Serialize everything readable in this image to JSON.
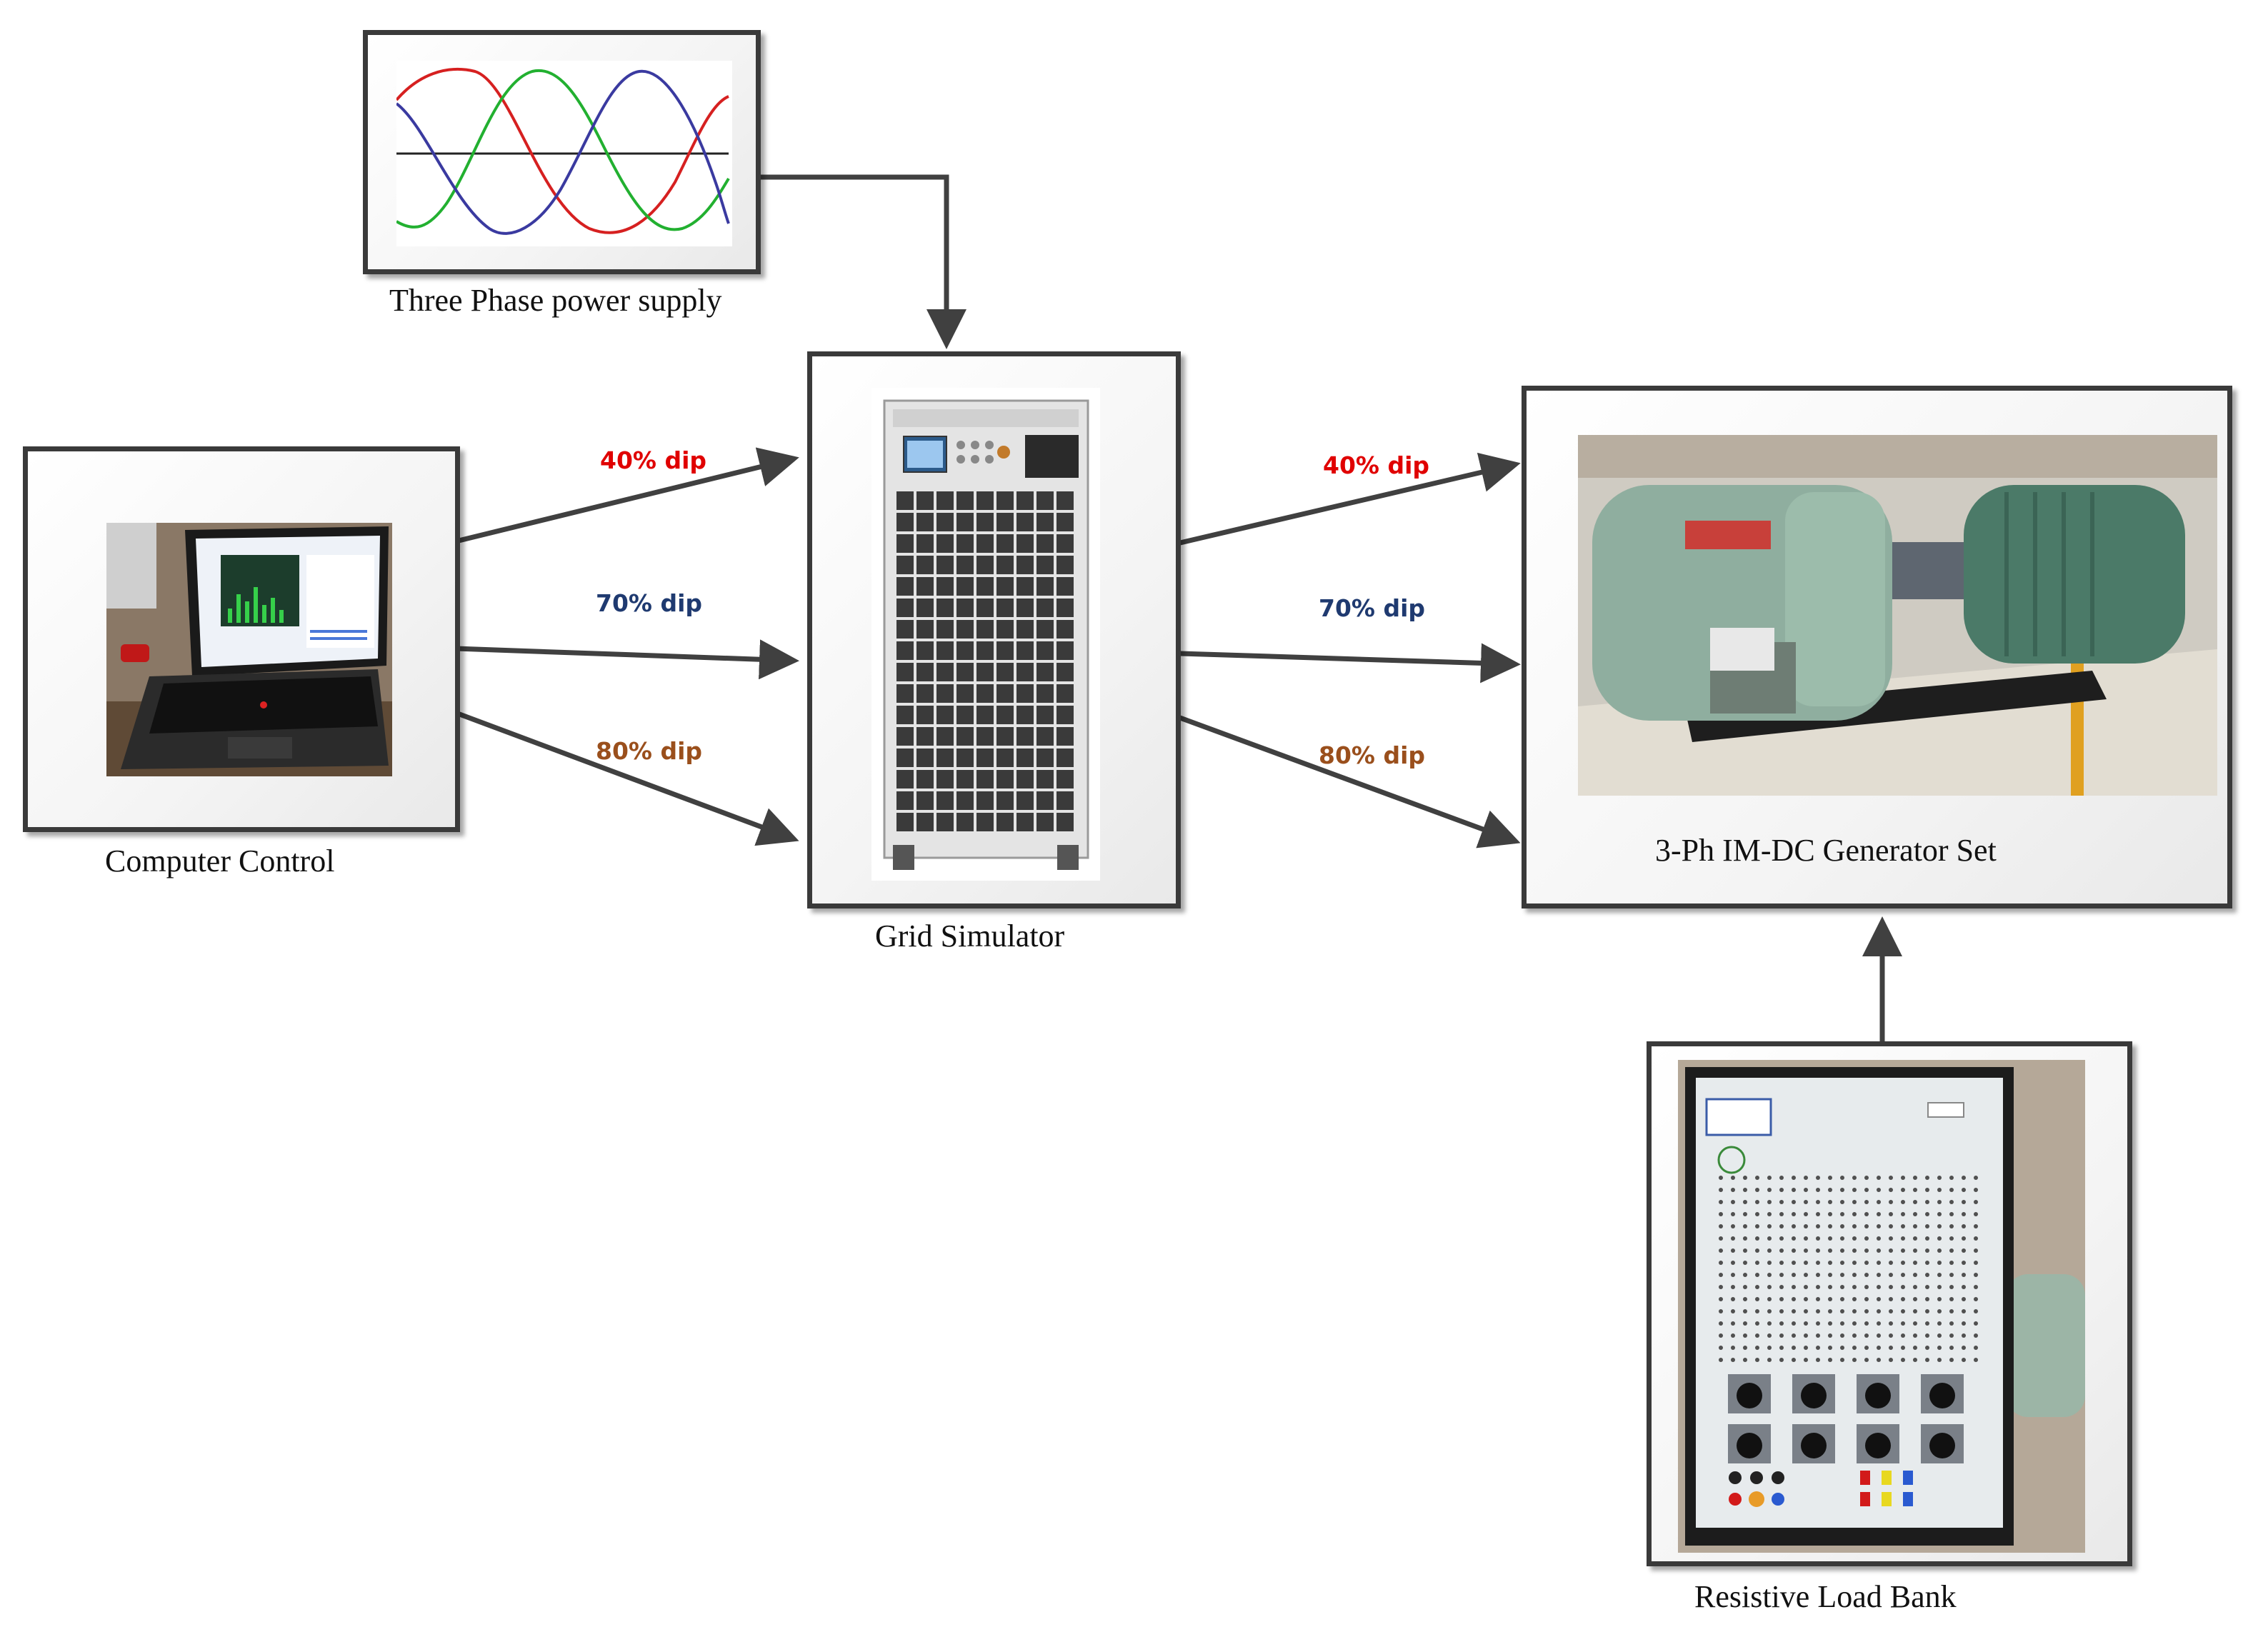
{
  "nodes": {
    "power_supply": {
      "label": "Three Phase power supply"
    },
    "computer": {
      "label": "Computer Control"
    },
    "grid_simulator": {
      "label": "Grid Simulator"
    },
    "generator_set": {
      "label": "3-Ph IM-DC Generator Set"
    },
    "load_bank": {
      "label": "Resistive Load Bank"
    }
  },
  "dips": {
    "left": [
      "40% dip",
      "70% dip",
      "80% dip"
    ],
    "right": [
      "40% dip",
      "70% dip",
      "80% dip"
    ]
  },
  "colors": {
    "dip_40": "#e00000",
    "dip_70": "#1f3a70",
    "dip_80": "#9a4f1c",
    "phase_red": "#d62020",
    "phase_green": "#22b030",
    "phase_blue": "#3a3aa0",
    "arrow": "#404040",
    "border": "#3a3a3a"
  }
}
